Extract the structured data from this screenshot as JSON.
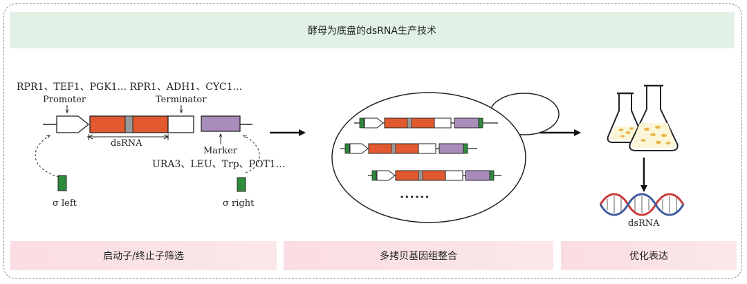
{
  "title": "酵母为底盘的dsRNA生产技术",
  "construct": {
    "promoter_options": "RPR1、TEF1、PGK1... RPR1、ADH1、CYC1...",
    "promoter_label": "Promoter",
    "terminator_label": "Terminator",
    "dsrna_label": "dsRNA",
    "marker_label": "Marker",
    "marker_options": "URA3、LEU、Trp、POT1...",
    "sigma_left": "σ left",
    "sigma_right": "σ right"
  },
  "cell": {
    "ellipsis": "······"
  },
  "product": {
    "label": "dsRNA"
  },
  "steps": {
    "promoter_terminator": "启动子/终止子筛选",
    "multicopy": "多拷贝基因组整合",
    "optimize": "优化表达"
  },
  "colors": {
    "dsrna_orange": "#e2582f",
    "marker_purple": "#a98cba",
    "sigma_green": "#2e8b3c",
    "banner_green": "#e1f1e6",
    "step_pink": "#fadde3",
    "helix_red": "#c83a3a",
    "helix_blue": "#3f5c9e"
  }
}
